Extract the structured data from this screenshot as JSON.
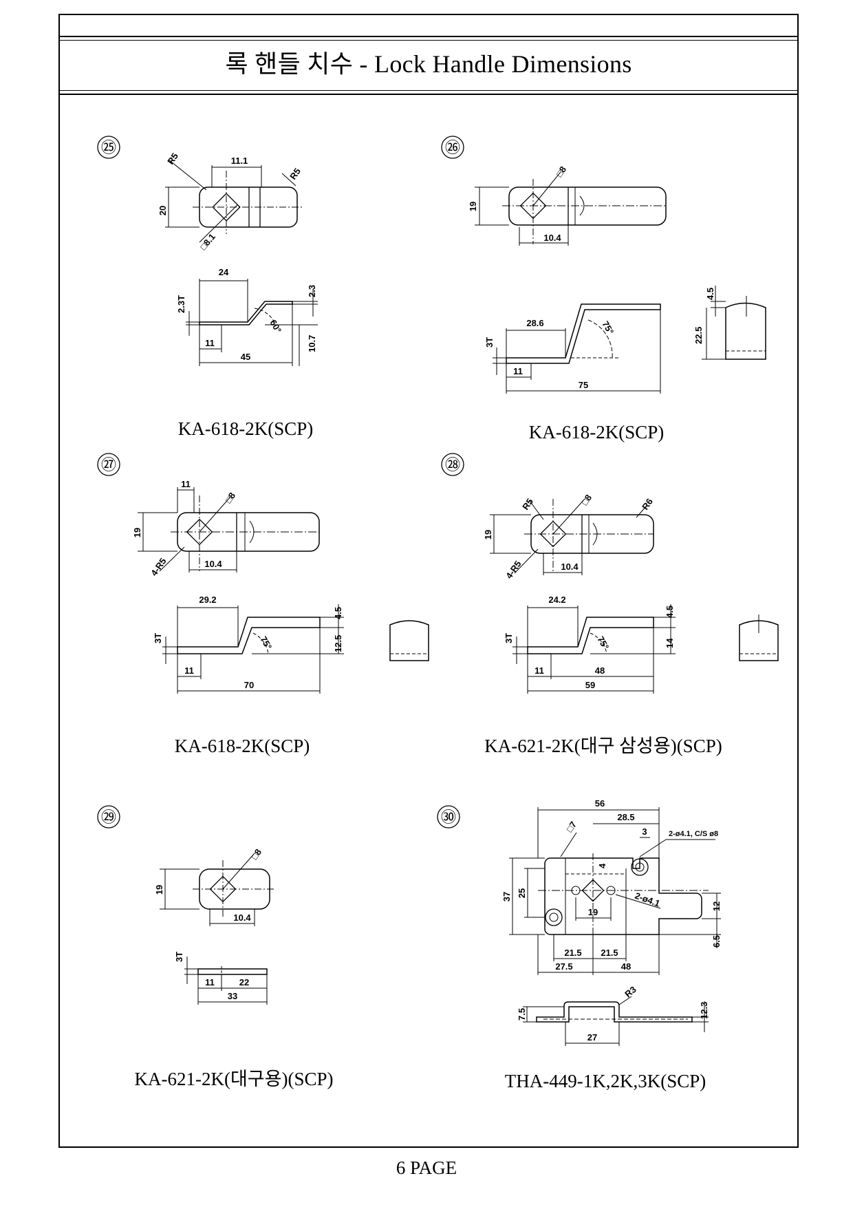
{
  "page": {
    "title": "록 핸들 치수 - Lock Handle Dimensions",
    "footer": "6 PAGE"
  },
  "items": [
    {
      "number": "㉕",
      "caption": "KA-618-2K(SCP)",
      "dims": {
        "d1": "11.1",
        "d2": "R5",
        "d3": "R5",
        "d4": "20",
        "d5": "□8.1",
        "d6": "24",
        "d7": "2.3T",
        "d8": "2.3",
        "d9": "60°",
        "d10": "11",
        "d11": "45",
        "d12": "10.7"
      }
    },
    {
      "number": "㉖",
      "caption": "KA-618-2K(SCP)",
      "dims": {
        "d1": "□8",
        "d2": "19",
        "d3": "10.4",
        "d4": "28.6",
        "d5": "3T",
        "d6": "75°",
        "d7": "11",
        "d8": "75",
        "d9": "4.5",
        "d10": "22.5"
      }
    },
    {
      "number": "㉗",
      "caption": "KA-618-2K(SCP)",
      "dims": {
        "d1": "11",
        "d2": "□8",
        "d3": "19",
        "d4": "4-R5",
        "d5": "10.4",
        "d6": "29.2",
        "d7": "3T",
        "d8": "75°",
        "d9": "4.5",
        "d10": "12.5",
        "d11": "11",
        "d12": "70"
      }
    },
    {
      "number": "㉘",
      "caption": "KA-621-2K(대구 삼성용)(SCP)",
      "dims": {
        "d1": "R5",
        "d2": "□8",
        "d3": "R6",
        "d4": "19",
        "d5": "4-R5",
        "d6": "10.4",
        "d7": "24.2",
        "d8": "3T",
        "d9": "75°",
        "d10": "4.5",
        "d11": "14",
        "d12": "11",
        "d13": "48",
        "d14": "59"
      }
    },
    {
      "number": "㉙",
      "caption": "KA-621-2K(대구용)(SCP)",
      "dims": {
        "d1": "□8",
        "d2": "19",
        "d3": "10.4",
        "d4": "3T",
        "d5": "11",
        "d6": "22",
        "d7": "33"
      }
    },
    {
      "number": "㉚",
      "caption": "THA-449-1K,2K,3K(SCP)",
      "dims": {
        "d1": "56",
        "d2": "28.5",
        "d3": "□7",
        "d4": "3",
        "d5": "2-ø4.1, C/S ø8",
        "d6": "4",
        "d7": "37",
        "d8": "25",
        "d9": "2-ø4.1",
        "d10": "19",
        "d11": "12",
        "d12": "21.5",
        "d13": "21.5",
        "d14": "6.5",
        "d15": "27.5",
        "d16": "48",
        "d17": "R3",
        "d18": "7.5",
        "d19": "12.3",
        "d20": "27"
      }
    }
  ]
}
